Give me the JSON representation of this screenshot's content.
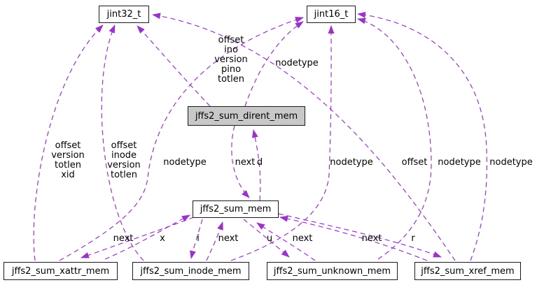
{
  "diagram": {
    "type": "collaboration-graph",
    "edge_color": "#9a32cd",
    "node_fill": "#ffffff",
    "highlight_fill": "#c8c8c8",
    "border_color": "#1a1a1a"
  },
  "nodes": {
    "jint32": {
      "label": "jint32_t"
    },
    "jint16": {
      "label": "jint16_t"
    },
    "dirent": {
      "label": "jffs2_sum_dirent_mem"
    },
    "sum": {
      "label": "jffs2_sum_mem"
    },
    "xattr": {
      "label": "jffs2_sum_xattr_mem"
    },
    "inode": {
      "label": "jffs2_sum_inode_mem"
    },
    "unknown": {
      "label": "jffs2_sum_unknown_mem"
    },
    "xref": {
      "label": "jffs2_sum_xref_mem"
    }
  },
  "edge_labels": {
    "dirent_fields": "offset\nino\nversion\npino\ntotlen",
    "dirent_nodetype": "nodetype",
    "xattr_fields": "offset\nversion\ntotlen\nxid",
    "inode_fields": "offset\ninode\nversion\ntotlen",
    "xattr_nodetype": "nodetype",
    "dirent_next": "next",
    "sum_d": "d",
    "inode_nodetype": "nodetype",
    "xref_offset": "offset",
    "unknown_nodetype": "nodetype",
    "xref_nodetype": "nodetype",
    "xattr_next": "next",
    "sum_x": "x",
    "sum_i": "i",
    "inode_next": "next",
    "sum_u": "u",
    "unknown_next": "next",
    "xref_next": "next",
    "sum_r": "r"
  }
}
